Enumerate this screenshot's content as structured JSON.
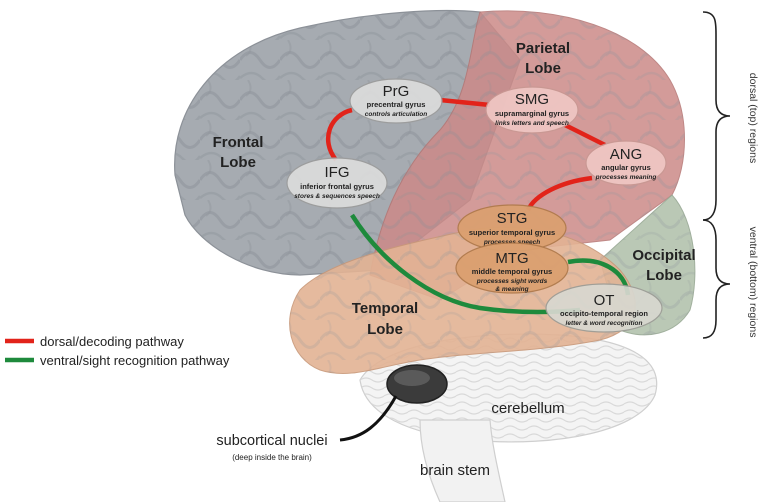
{
  "lobes": {
    "frontal": [
      "Frontal",
      "Lobe"
    ],
    "parietal": [
      "Parietal",
      "Lobe"
    ],
    "temporal": [
      "Temporal",
      "Lobe"
    ],
    "occipital": [
      "Occipital",
      "Lobe"
    ]
  },
  "regions": {
    "prg": {
      "abbr": "PrG",
      "name": "precentral gyrus",
      "function": "controls articulation"
    },
    "smg": {
      "abbr": "SMG",
      "name": "supramarginal gyrus",
      "function": "links letters and speech"
    },
    "ifg": {
      "abbr": "IFG",
      "name": "inferior frontal gyrus",
      "function": "stores & sequences speech"
    },
    "ang": {
      "abbr": "ANG",
      "name": "angular gyrus",
      "function": "processes meaning"
    },
    "stg": {
      "abbr": "STG",
      "name": "superior temporal gyrus",
      "function": "processes speech"
    },
    "mtg": {
      "abbr": "MTG",
      "name": "middle temporal gyrus",
      "function": [
        "processes sight words",
        "& meaning"
      ]
    },
    "ot": {
      "abbr": "OT",
      "name": "occipito-temporal region",
      "function": "letter & word recognition"
    }
  },
  "legend": {
    "dorsal": {
      "label": "dorsal/decoding pathway",
      "color": "#e2231a"
    },
    "ventral": {
      "label": "ventral/sight recognition pathway",
      "color": "#1e8a3c"
    }
  },
  "brace_labels": {
    "dorsal": "dorsal (top) regions",
    "ventral": "ventral (bottom) regions"
  },
  "other_labels": {
    "cerebellum": "cerebellum",
    "subcortical": "subcortical nuclei",
    "subcortical_note": "(deep inside the brain)",
    "brain_stem": "brain stem"
  }
}
